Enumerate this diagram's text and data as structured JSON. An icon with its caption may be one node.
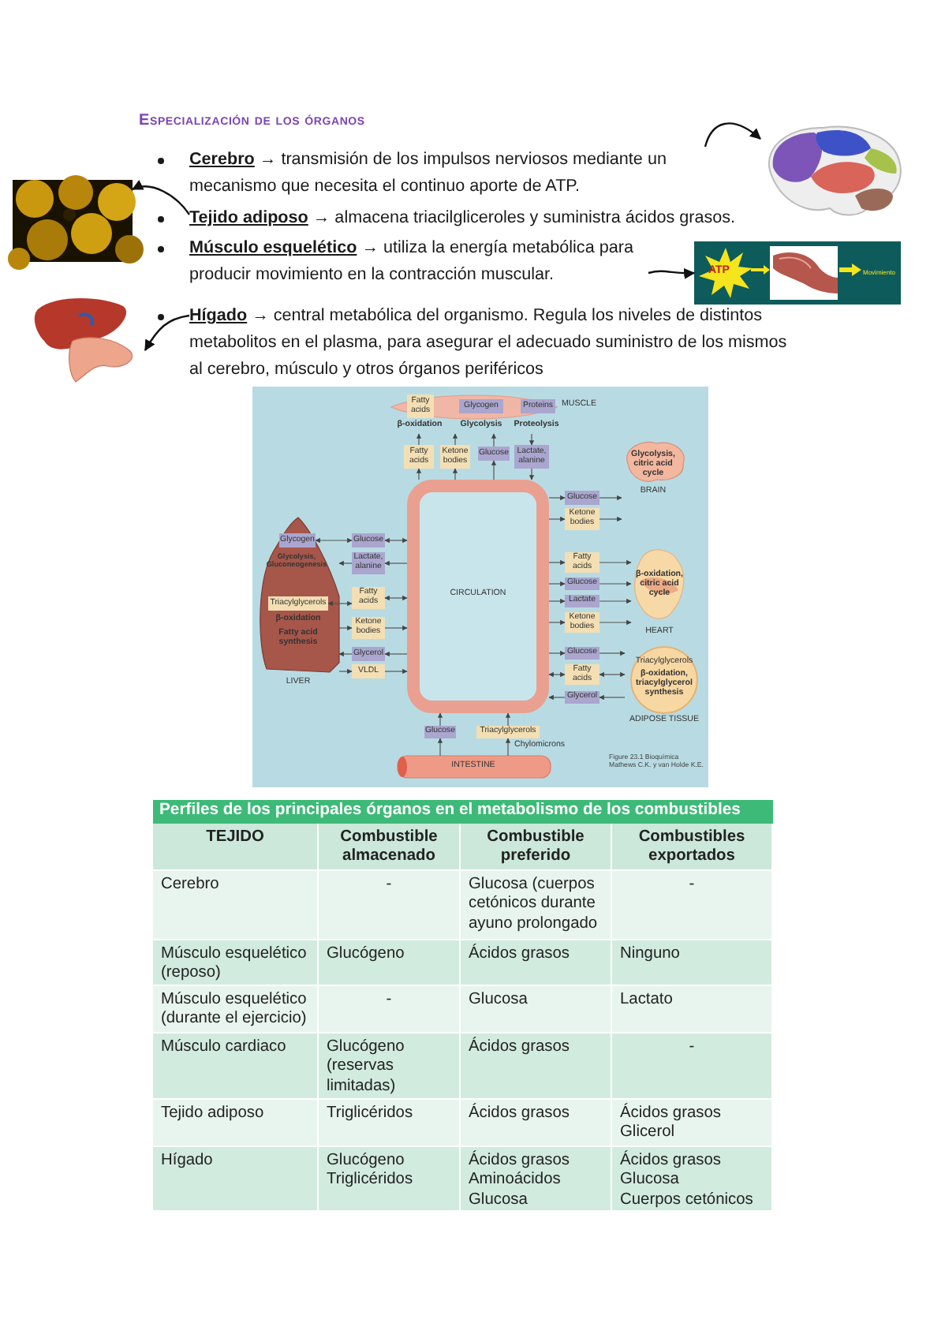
{
  "diagram": {
    "title": "Especialización de los órganos",
    "nodes": [
      {
        "text": [
          "**Cerebro** → transmisión de los impulsos nerviosos mediante un mecanismo que necesita el continuo aporte de ATP."
        ]
      },
      {
        "text": [
          "**Tejido adiposo** → almacena triacilgliceroles y suministra ácidos grasos."
        ]
      },
      {
        "text": [
          "**Músculo esquelético** → utiliza la energía metabólica para producir movimiento en la contracción muscular."
        ]
      },
      {
        "text": [
          "**Hígado** → central metabólica del organismo. Regula los niveles de distintos metabolitos en el plasma, para asegurar el adecuado suministro de los mismos al cerebro, músculo y otros órganos periféricos"
        ]
      },
      {
        "text": [],
        "shape": "picture"
      },
      {
        "text": [],
        "shape": "picture"
      },
      {
        "text": [
          "ATP",
          "Movimiento"
        ]
      },
      {
        "text": [],
        "shape": "picture"
      },
      {
        "text": [
          "MUSCLE",
          "β-oxidation",
          "Glycolysis",
          "Proteolysis"
        ]
      },
      {
        "text": [
          "Fatty acids"
        ],
        "in": 8
      },
      {
        "text": [
          "Glycogen"
        ],
        "in": 8
      },
      {
        "text": [
          "Proteins"
        ],
        "in": 8
      },
      {
        "text": [
          "Fatty acids"
        ]
      },
      {
        "text": [
          "Ketone bodies"
        ]
      },
      {
        "text": [
          "Glucose"
        ]
      },
      {
        "text": [
          "Lactate, alanine"
        ]
      },
      {
        "text": [
          "CIRCULATION"
        ]
      },
      {
        "text": [
          "Glycolysis, citric acid cycle",
          "BRAIN"
        ]
      },
      {
        "text": [
          "Glucose"
        ]
      },
      {
        "text": [
          "Ketone bodies"
        ]
      },
      {
        "text": [
          "Glycolysis, Gluconeogenesis",
          "β-oxidation",
          "Fatty acid synthesis",
          "LIVER"
        ]
      },
      {
        "text": [
          "Glycogen"
        ],
        "in": 20
      },
      {
        "text": [
          "Triacylglycerols"
        ],
        "in": 20
      },
      {
        "text": [
          "Glucose"
        ]
      },
      {
        "text": [
          "Lactate, alanine"
        ]
      },
      {
        "text": [
          "Fatty acids"
        ]
      },
      {
        "text": [
          "Ketone bodies"
        ]
      },
      {
        "text": [
          "Glycerol"
        ]
      },
      {
        "text": [
          "VLDL"
        ]
      },
      {
        "text": [
          "β-oxidation, citric acid cycle",
          "HEART"
        ]
      },
      {
        "text": [
          "Fatty acids"
        ]
      },
      {
        "text": [
          "Glucose"
        ]
      },
      {
        "text": [
          "Lactate"
        ]
      },
      {
        "text": [
          "Ketone bodies"
        ]
      },
      {
        "text": [
          "Triacylglycerols",
          "β-oxidation, triacylglycerol synthesis",
          "ADIPOSE TISSUE"
        ]
      },
      {
        "text": [
          "Glucose"
        ]
      },
      {
        "text": [
          "Fatty acids"
        ]
      },
      {
        "text": [
          "Glycerol"
        ]
      },
      {
        "text": [
          "INTESTINE"
        ]
      },
      {
        "text": [
          "Glucose"
        ]
      },
      {
        "text": [
          "Triacylglycerols"
        ]
      }
    ],
    "edges": [
      {
        "from": 0,
        "to": 4,
        "arrow": "to"
      },
      {
        "from": 1,
        "to": 5,
        "arrow": "to"
      },
      {
        "from": 2,
        "to": 6,
        "arrow": "to"
      },
      {
        "from": 3,
        "to": 7,
        "arrow": "to"
      },
      {
        "from": 16,
        "to": 12,
        "arrow": "to"
      },
      {
        "from": 12,
        "to": 8,
        "arrow": "to"
      },
      {
        "from": 16,
        "to": 13,
        "arrow": "to"
      },
      {
        "from": 13,
        "to": 8,
        "arrow": "to"
      },
      {
        "from": 16,
        "to": 14,
        "arrow": "to"
      },
      {
        "from": 14,
        "to": 8,
        "arrow": "to"
      },
      {
        "from": 8,
        "to": 15,
        "arrow": "to"
      },
      {
        "from": 15,
        "to": 16,
        "arrow": "to"
      },
      {
        "from": 16,
        "to": 18,
        "arrow": "to"
      },
      {
        "from": 18,
        "to": 17,
        "arrow": "to"
      },
      {
        "from": 16,
        "to": 19,
        "arrow": "to"
      },
      {
        "from": 19,
        "to": 17,
        "arrow": "to"
      },
      {
        "from": 16,
        "to": 23,
        "arrow": "both"
      },
      {
        "from": 23,
        "to": 21,
        "arrow": "both"
      },
      {
        "from": 16,
        "to": 24,
        "arrow": "to"
      },
      {
        "from": 24,
        "to": 20,
        "arrow": "to"
      },
      {
        "from": 16,
        "to": 25,
        "arrow": "both"
      },
      {
        "from": 25,
        "to": 22,
        "arrow": "both"
      },
      {
        "from": 20,
        "to": 26,
        "arrow": "to"
      },
      {
        "from": 26,
        "to": 16,
        "arrow": "to"
      },
      {
        "from": 16,
        "to": 27,
        "arrow": "to"
      },
      {
        "from": 27,
        "to": 20,
        "arrow": "to"
      },
      {
        "from": 20,
        "to": 28,
        "arrow": "to"
      },
      {
        "from": 28,
        "to": 16,
        "arrow": "to"
      },
      {
        "from": 16,
        "to": 30,
        "arrow": "to"
      },
      {
        "from": 30,
        "to": 29,
        "arrow": "to"
      },
      {
        "from": 16,
        "to": 31,
        "arrow": "to"
      },
      {
        "from": 31,
        "to": 29,
        "arrow": "to"
      },
      {
        "from": 16,
        "to": 32,
        "arrow": "to"
      },
      {
        "from": 32,
        "to": 29,
        "arrow": "to"
      },
      {
        "from": 16,
        "to": 33,
        "arrow": "to"
      },
      {
        "from": 33,
        "to": 29,
        "arrow": "to"
      },
      {
        "from": 16,
        "to": 35,
        "arrow": "to"
      },
      {
        "from": 35,
        "to": 34,
        "arrow": "to"
      },
      {
        "from": 16,
        "to": 36,
        "arrow": "both"
      },
      {
        "from": 36,
        "to": 34,
        "arrow": "both"
      },
      {
        "from": 34,
        "to": 37,
        "arrow": "to"
      },
      {
        "from": 37,
        "to": 16,
        "arrow": "to"
      },
      {
        "from": 38,
        "to": 39,
        "arrow": "to"
      },
      {
        "from": 39,
        "to": 16,
        "arrow": "to"
      },
      {
        "from": 38,
        "to": 40,
        "arrow": "to"
      },
      {
        "from": 40,
        "to": 16,
        "arrow": "to"
      }
    ],
    "labels": [
      "Chylomicrons",
      "Figure 23.1 Bioquímica Mathews C.K. y van Holde K.E.",
      "Perfiles de los principales órganos en el metabolismo de los combustibles",
      "TEJIDO",
      "Combustible almacenado",
      "Combustible preferido",
      "Combustibles exportados",
      "Cerebro",
      "-",
      "Glucosa (cuerpos cetónicos durante ayuno prolongado",
      "-",
      "Músculo esquelético (reposo)",
      "Glucógeno",
      "Ácidos grasos",
      "Ninguno",
      "Músculo esquelético (durante el ejercicio)",
      "-",
      "Glucosa",
      "Lactato",
      "Músculo cardiaco",
      "Glucógeno (reservas limitadas)",
      "Ácidos grasos",
      "-",
      "Tejido adiposo",
      "Triglicéridos",
      "Ácidos grasos",
      "Ácidos grasos",
      "Glicerol",
      "Hígado",
      "Glucógeno",
      "Triglicéridos",
      "Ácidos grasos",
      "Aminoácidos",
      "Glucosa",
      "Ácidos grasos",
      "Glucosa",
      "Cuerpos cetónicos"
    ]
  }
}
